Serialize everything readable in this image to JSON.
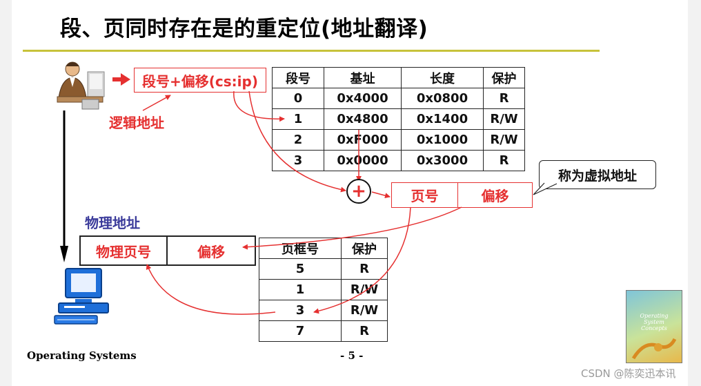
{
  "title": "段、页同时存在是的重定位(地址翻译)",
  "logical_address": {
    "box_label": "段号+偏移(cs:ip)",
    "caption": "逻辑地址"
  },
  "segment_table": {
    "headers": [
      "段号",
      "基址",
      "长度",
      "保护"
    ],
    "rows": [
      [
        "0",
        "0x4000",
        "0x0800",
        "R"
      ],
      [
        "1",
        "0x4800",
        "0x1400",
        "R/W"
      ],
      [
        "2",
        "0xF000",
        "0x1000",
        "R/W"
      ],
      [
        "3",
        "0x0000",
        "0x3000",
        "R"
      ]
    ]
  },
  "virtual_address": {
    "page_label": "页号",
    "offset_label": "偏移",
    "callout": "称为虚拟地址"
  },
  "physical_address": {
    "caption": "物理地址",
    "frame_label": "物理页号",
    "offset_label": "偏移"
  },
  "page_table": {
    "headers": [
      "页框号",
      "保护"
    ],
    "rows": [
      [
        "5",
        "R"
      ],
      [
        "1",
        "R/W"
      ],
      [
        "3",
        "R/W"
      ],
      [
        "7",
        "R"
      ]
    ]
  },
  "adder_symbol": "+",
  "footer": {
    "course": "Operating Systems",
    "page": "- 5 -"
  },
  "watermark": "CSDN @陈奕迅本讯",
  "book_cover": {
    "title_lines": [
      "Operating",
      "System",
      "Concepts"
    ]
  },
  "colors": {
    "accent_red": "#e53030",
    "title_rule": "#c7c23a",
    "computer_blue": "#1e6fd9"
  }
}
